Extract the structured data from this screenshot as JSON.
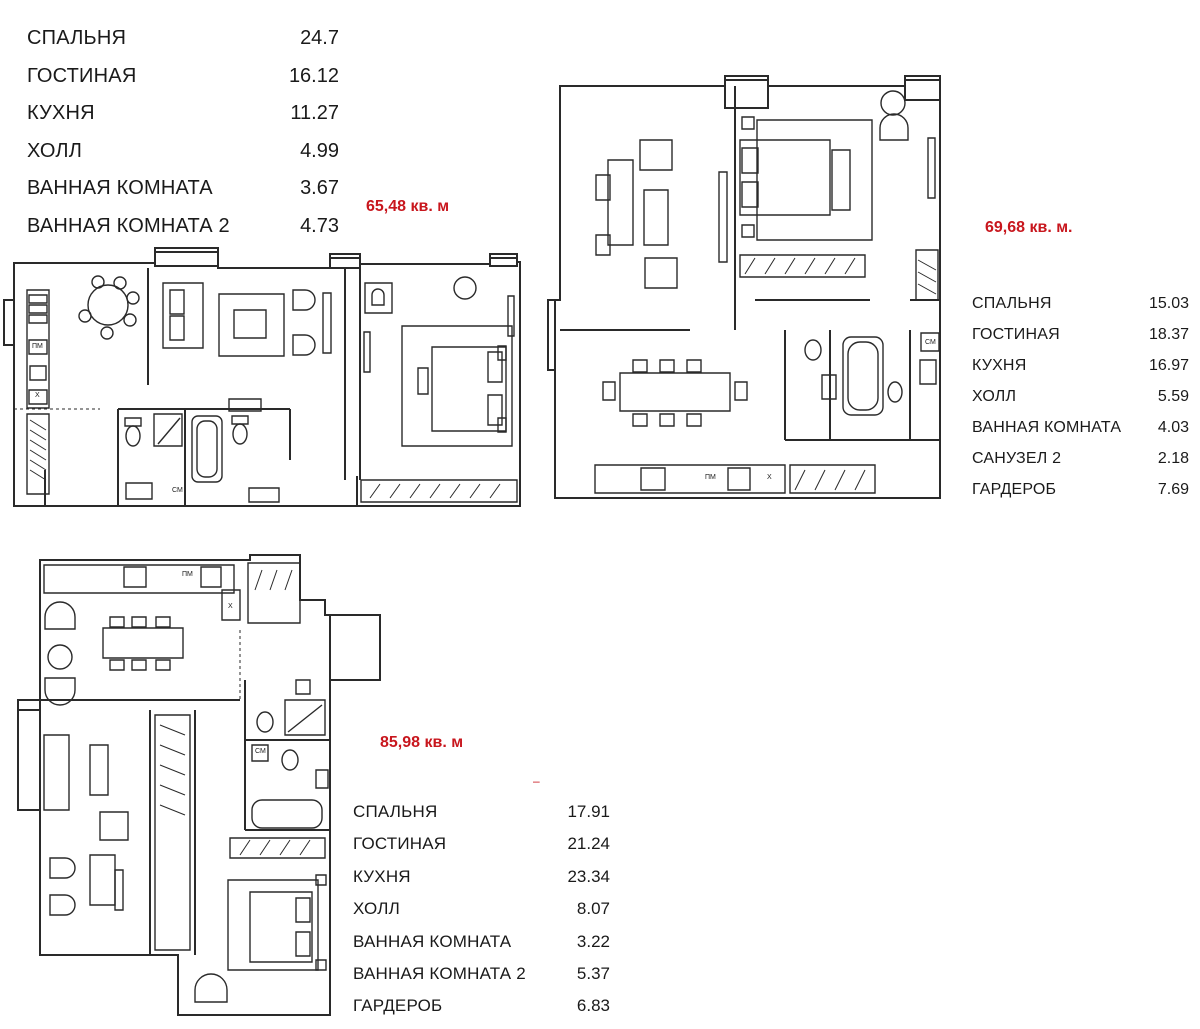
{
  "apartments": [
    {
      "area_label": "65,48 кв. м",
      "rooms": [
        {
          "name": "СПАЛЬНЯ",
          "value": "24.7"
        },
        {
          "name": "ГОСТИНАЯ",
          "value": "16.12"
        },
        {
          "name": "КУХНЯ",
          "value": "11.27"
        },
        {
          "name": "ХОЛЛ",
          "value": "4.99"
        },
        {
          "name": "ВАННАЯ КОМНАТА",
          "value": "3.67"
        },
        {
          "name": "ВАННАЯ КОМНАТА 2",
          "value": "4.73"
        }
      ],
      "plan_labels": {
        "dishwasher": "ПМ",
        "fridge": "Х",
        "washer": "СМ"
      }
    },
    {
      "area_label": "69,68 кв. м.",
      "rooms": [
        {
          "name": "СПАЛЬНЯ",
          "value": "15.03"
        },
        {
          "name": "ГОСТИНАЯ",
          "value": "18.37"
        },
        {
          "name": "КУХНЯ",
          "value": "16.97"
        },
        {
          "name": "ХОЛЛ",
          "value": "5.59"
        },
        {
          "name": "ВАННАЯ КОМНАТА",
          "value": "4.03"
        },
        {
          "name": "САНУЗЕЛ 2",
          "value": "2.18"
        },
        {
          "name": "ГАРДЕРОБ",
          "value": "7.69"
        }
      ],
      "plan_labels": {
        "dishwasher": "ПМ",
        "fridge": "Х",
        "washer": "СМ"
      }
    },
    {
      "area_label": "85,98 кв. м",
      "rooms": [
        {
          "name": "СПАЛЬНЯ",
          "value": "17.91"
        },
        {
          "name": "ГОСТИНАЯ",
          "value": "21.24"
        },
        {
          "name": "КУХНЯ",
          "value": "23.34"
        },
        {
          "name": "ХОЛЛ",
          "value": "8.07"
        },
        {
          "name": "ВАННАЯ КОМНАТА",
          "value": "3.22"
        },
        {
          "name": "ВАННАЯ КОМНАТА 2",
          "value": "5.37"
        },
        {
          "name": "ГАРДЕРОБ",
          "value": "6.83"
        }
      ],
      "plan_labels": {
        "dishwasher": "ПМ",
        "fridge": "Х",
        "washer": "СМ"
      }
    }
  ]
}
